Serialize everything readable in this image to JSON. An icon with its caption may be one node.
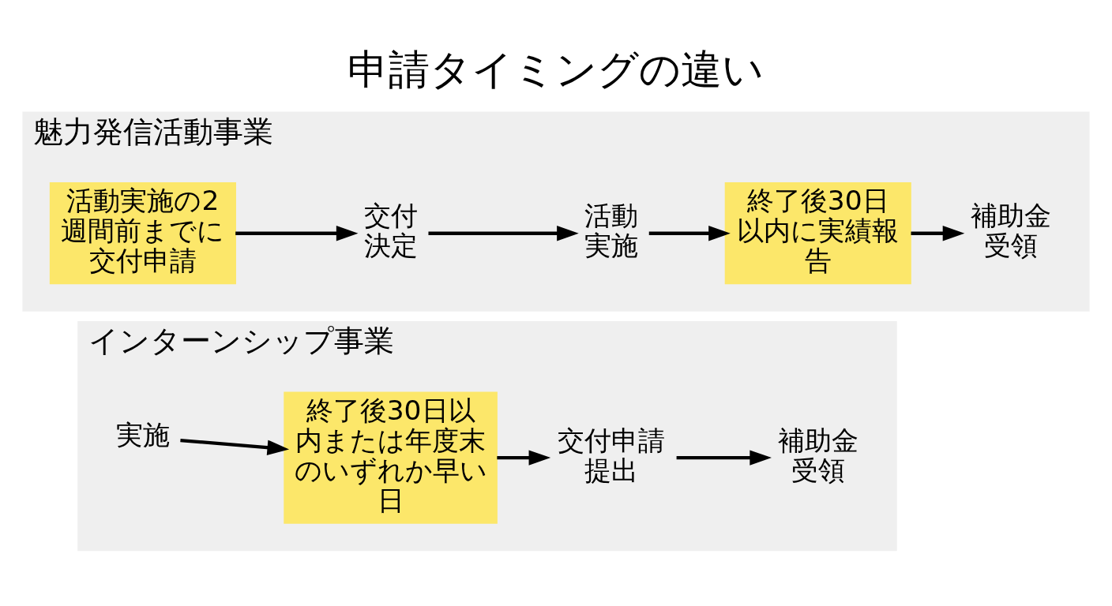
{
  "diagram": {
    "title": "申請タイミングの違い",
    "nodes": [
      {
        "text": [
          "インターンシップ事業"
        ]
      },
      {
        "text": [
          "実施"
        ],
        "in": 0
      },
      {
        "text": [
          "終了後30日以内または年度末のいずれか早い日"
        ],
        "in": 0
      },
      {
        "text": [
          "交付申請提出"
        ],
        "in": 0
      },
      {
        "text": [
          "補助金受領"
        ],
        "in": 0
      },
      {
        "text": [
          "魅力発信活動事業"
        ]
      },
      {
        "text": [
          "活動実施の2週間前までに交付申請"
        ],
        "in": 5
      },
      {
        "text": [
          "交付決定"
        ],
        "in": 5
      },
      {
        "text": [
          "活動実施"
        ],
        "in": 5
      },
      {
        "text": [
          "終了後30日以内に実績報告"
        ],
        "in": 5
      },
      {
        "text": [
          "補助金受領"
        ],
        "in": 5
      }
    ],
    "edges": [
      {
        "from": 1,
        "to": 2,
        "arrow": "to"
      },
      {
        "from": 2,
        "to": 3,
        "arrow": "to"
      },
      {
        "from": 3,
        "to": 4,
        "arrow": "to"
      },
      {
        "from": 6,
        "to": 7,
        "arrow": "to"
      },
      {
        "from": 7,
        "to": 8,
        "arrow": "to"
      },
      {
        "from": 8,
        "to": 9,
        "arrow": "to"
      },
      {
        "from": 9,
        "to": 10,
        "arrow": "to"
      }
    ]
  }
}
